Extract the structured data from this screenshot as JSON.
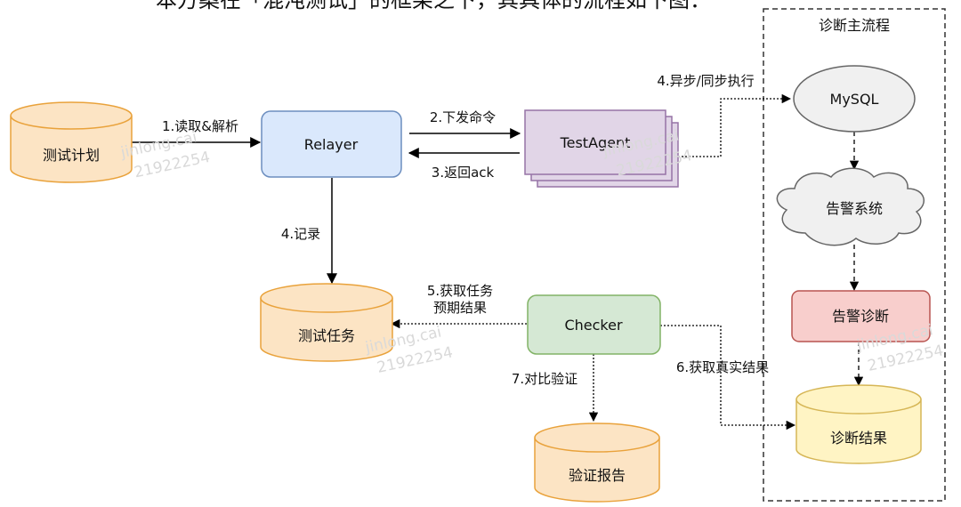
{
  "top_caption": "本方案在「混沌测试」的框架之下，其具体的流程如下图：",
  "group": {
    "title": "诊断主流程"
  },
  "nodes": {
    "test_plan": "测试计划",
    "relayer": "Relayer",
    "test_agent": "TestAgent",
    "test_task": "测试任务",
    "checker": "Checker",
    "verify_report": "验证报告",
    "mysql": "MySQL",
    "alarm_system": "告警系统",
    "alarm_diagnosis": "告警诊断",
    "diagnosis_result": "诊断结果"
  },
  "edges": {
    "read_parse": "1.读取&解析",
    "dispatch_cmd": "2.下发命令",
    "return_ack": "3.返回ack",
    "record": "4.记录",
    "async_sync_exec": "4.异步/同步执行",
    "get_expected_line1": "5.获取任务",
    "get_expected_line2": "预期结果",
    "get_actual": "6.获取真实结果",
    "compare_verify": "7.对比验证"
  },
  "watermark": {
    "line1": "jinlong.cai",
    "line2": "21922254"
  },
  "colors": {
    "db_fill": "#fce4c4",
    "db_stroke": "#e9a23b",
    "db_light_fill": "#fff4c4",
    "db_light_stroke": "#d6b656",
    "relayer_fill": "#dae8fc",
    "relayer_stroke": "#6c8ebf",
    "agent_fill": "#e1d5e7",
    "agent_stroke": "#9673a6",
    "checker_fill": "#d5e8d4",
    "checker_stroke": "#82b366",
    "alarm_fill": "#f8cecc",
    "alarm_stroke": "#b85450",
    "grey_fill": "#f0f0f0",
    "grey_stroke": "#666666"
  }
}
